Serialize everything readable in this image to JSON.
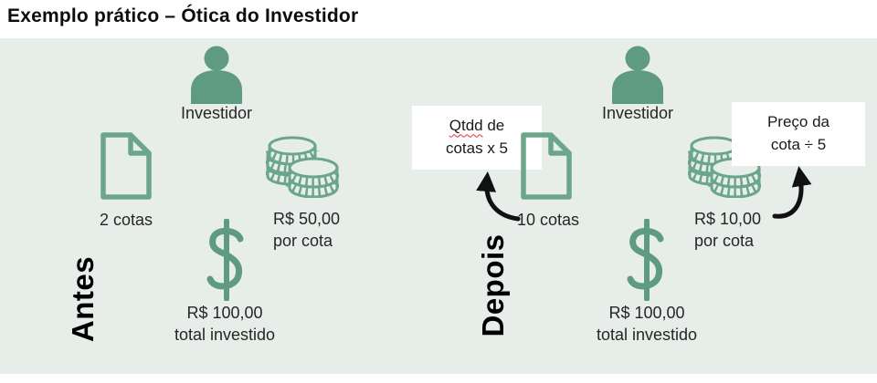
{
  "title": "Exemplo prático – Ótica do Investidor",
  "colors": {
    "panel_background": "#e7eeea",
    "icon_green_fill": "#5f9b81",
    "icon_green_stroke": "#6ba58b",
    "text_dark": "#262626",
    "heading_black": "#000000",
    "callout_background": "#ffffff",
    "spellcheck_red": "#e03131",
    "arrow_black": "#111111"
  },
  "icons": [
    "investor-icon",
    "document-icon",
    "coins-icon",
    "dollar-icon",
    "curved-arrow-icon"
  ],
  "before": {
    "section_label": "Antes",
    "investor_label": "Investidor",
    "shares_label": "2 cotas",
    "price_per_share_line1": "R$ 50,00",
    "price_per_share_line2": "por cota",
    "total_line1": "R$ 100,00",
    "total_line2": "total investido"
  },
  "after": {
    "section_label": "Depois",
    "investor_label": "Investidor",
    "shares_label": "10 cotas",
    "price_per_share_line1": "R$ 10,00",
    "price_per_share_line2": "por cota",
    "total_line1": "R$ 100,00",
    "total_line2": "total investido",
    "shares_callout_line1_word": "Qtdd",
    "shares_callout_line1_rest": " de",
    "shares_callout_line2": "cotas x 5",
    "price_callout_line1": "Preço da",
    "price_callout_line2": "cota ÷ 5"
  }
}
